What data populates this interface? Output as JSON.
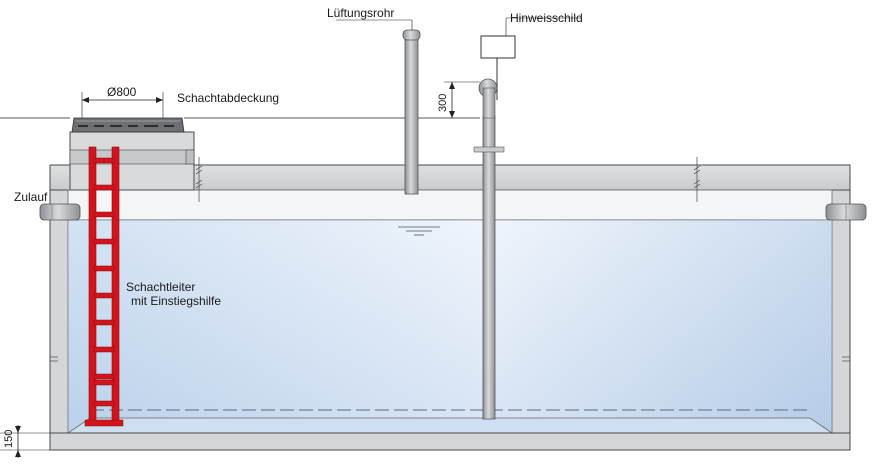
{
  "labels": {
    "vent_pipe": "Lüftungsrohr",
    "sign": "Hinweisschild",
    "manhole_diameter": "Ø800",
    "manhole_cover": "Schachtabdeckung",
    "inlet": "Zulauf",
    "ladder_line1": "Schachtleiter",
    "ladder_line2": "mit Einstiegshilfe",
    "dim_300": "300",
    "dim_150": "150"
  },
  "colors": {
    "water_top": "#c9dcf0",
    "water_mid": "#e4eef9",
    "water_bottom": "#b6cde8",
    "concrete": "#d4d6d8",
    "concrete_dark": "#a9abad",
    "ladder": "#d2151c",
    "pipe": "#b5b7ba",
    "outline": "#4a4a4a"
  }
}
